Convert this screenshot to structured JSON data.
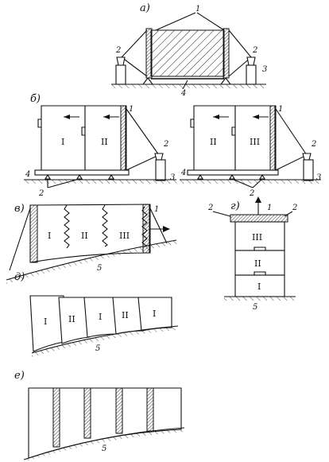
{
  "panels": {
    "a": {
      "label": "а)"
    },
    "b": {
      "label": "б)"
    },
    "v": {
      "label": "в)"
    },
    "g": {
      "label": "г)"
    },
    "d": {
      "label": "д)"
    },
    "e": {
      "label": "е)"
    }
  },
  "callouts": {
    "n1": "1",
    "n2": "2",
    "n3": "3",
    "n4": "4",
    "n5": "5"
  },
  "roman": {
    "I": "I",
    "II": "II",
    "III": "III"
  }
}
